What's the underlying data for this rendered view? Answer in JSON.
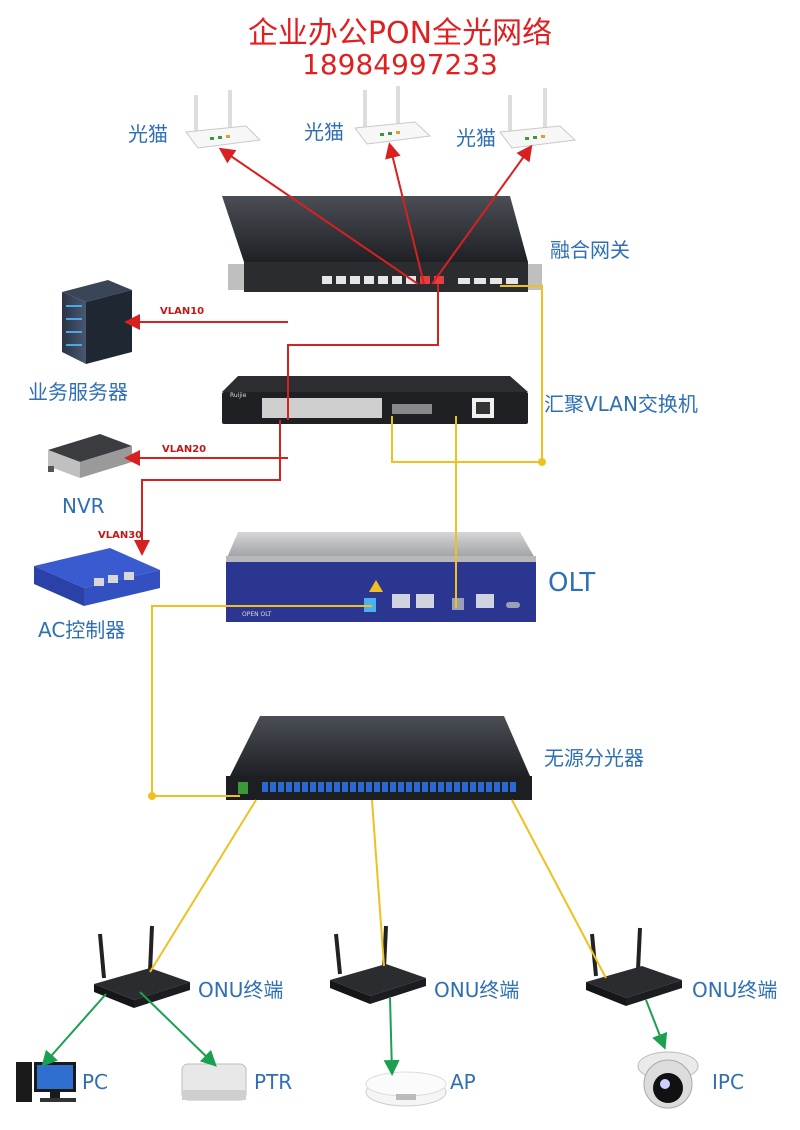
{
  "header": {
    "title": "企业办公PON全光网络",
    "phone": "18984997233"
  },
  "labels": {
    "modem": "光猫",
    "gateway": "融合网关",
    "server": "业务服务器",
    "switch": "汇聚VLAN交换机",
    "nvr": "NVR",
    "olt": "OLT",
    "ac": "AC控制器",
    "splitter": "无源分光器",
    "onu": "ONU终端",
    "pc": "PC",
    "ptr": "PTR",
    "ap": "AP",
    "ipc": "IPC"
  },
  "vlans": {
    "v10": "VLAN10",
    "v20": "VLAN20",
    "v30": "VLAN30"
  },
  "device_text": {
    "olt_brand": "OPEN OLT",
    "switch_brand": "Ruijie"
  },
  "colors": {
    "copper_link": "#d92020",
    "fiber_link": "#f0c020",
    "client_link": "#1aa050",
    "label_blue": "#2f6fb3",
    "title_red": "#e02020"
  }
}
